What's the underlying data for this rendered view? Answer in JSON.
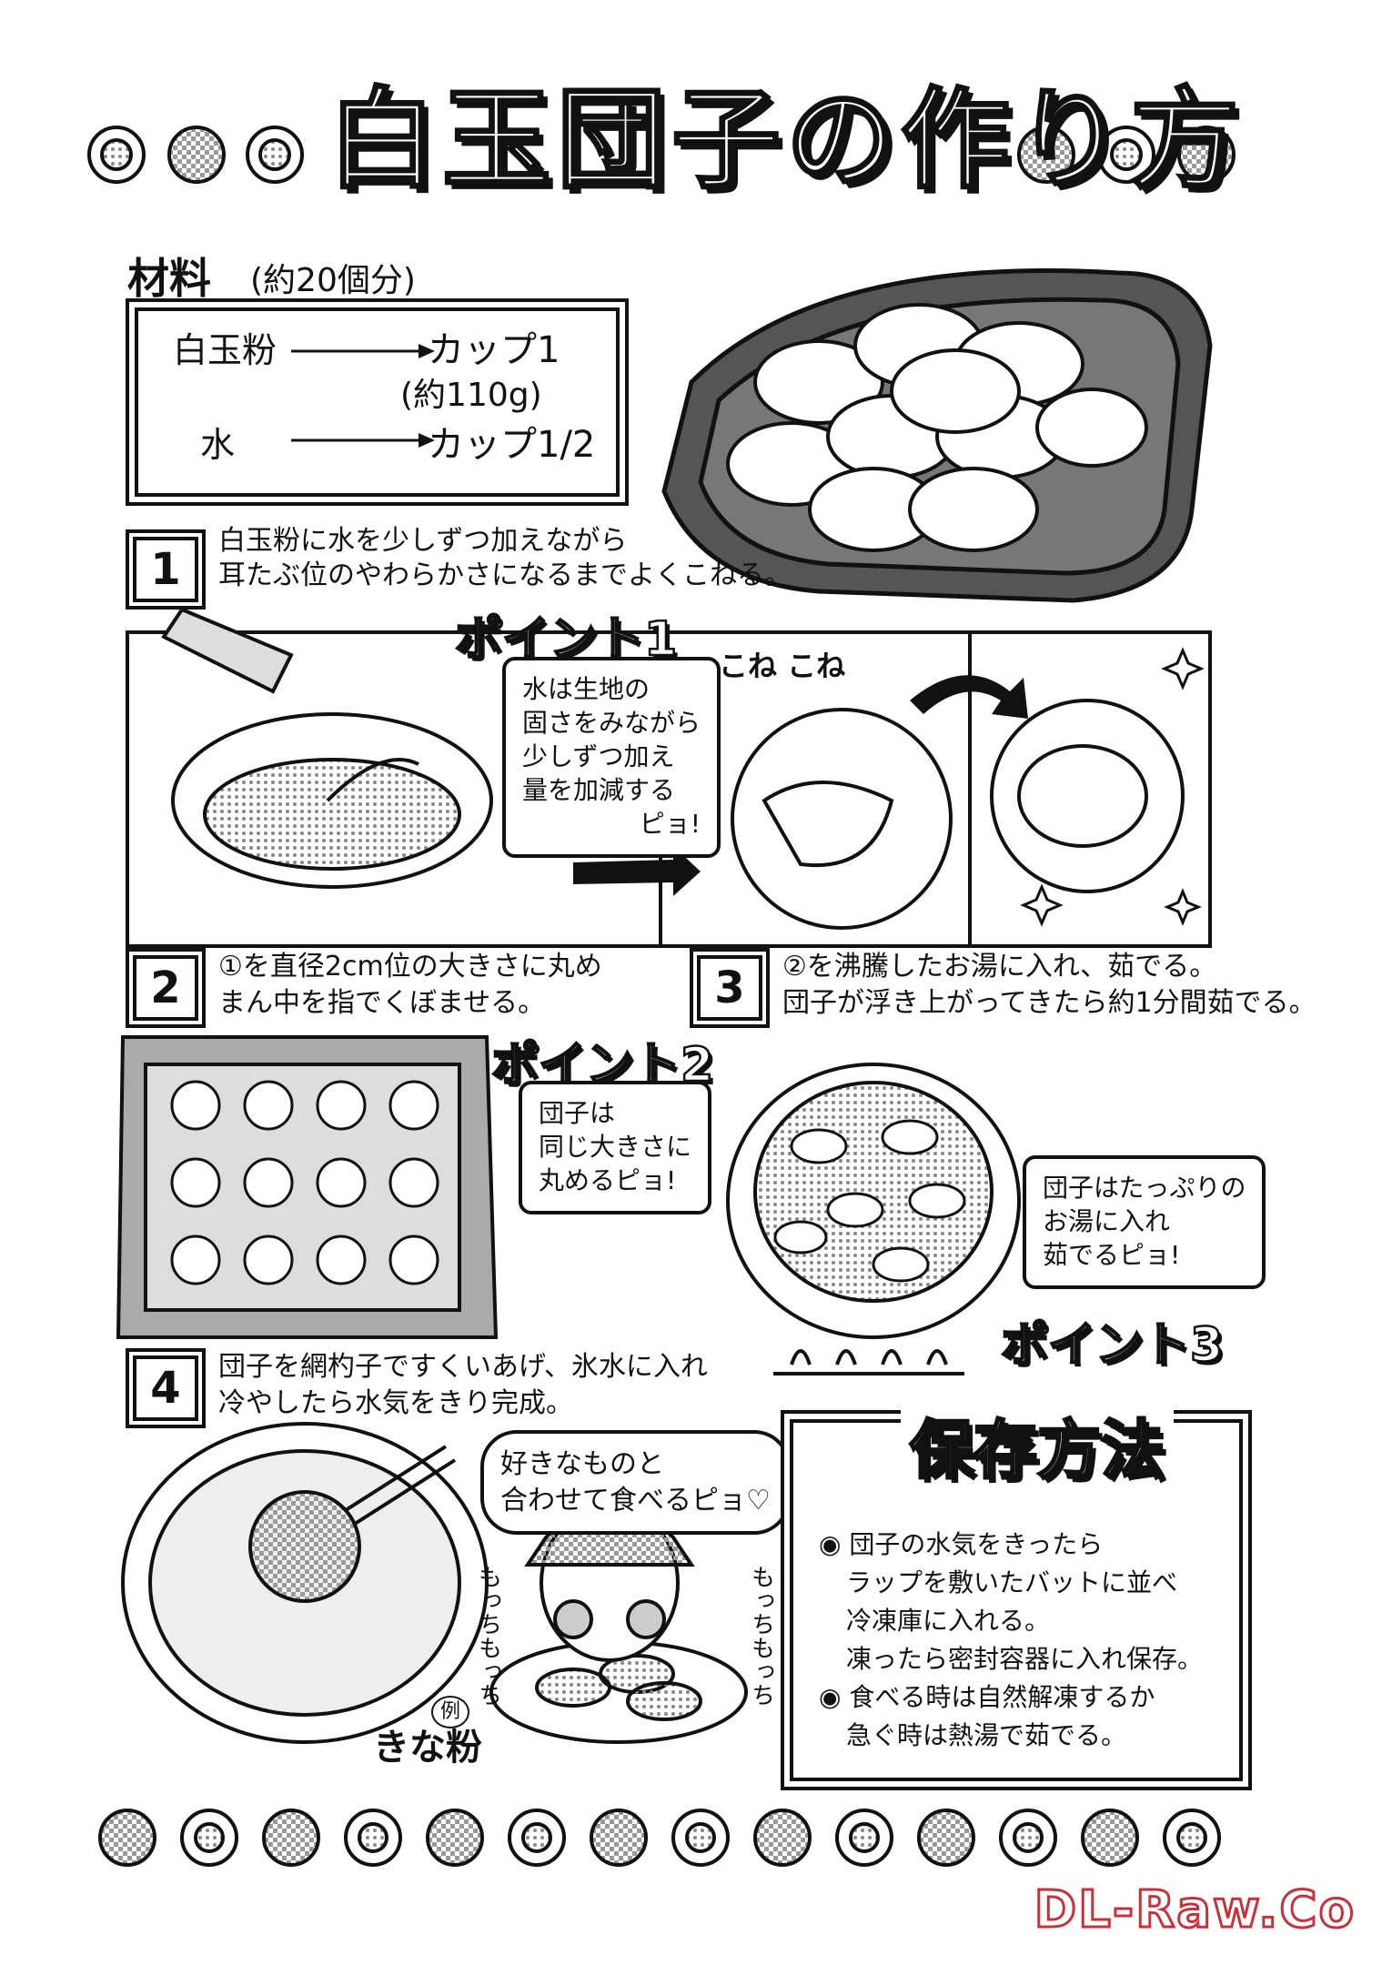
{
  "title": "白玉団子の作り方",
  "materials": {
    "heading": "材料",
    "yield": "(約20個分)",
    "items": [
      {
        "name": "白玉粉",
        "amount": "カップ1",
        "note": "(約110g)"
      },
      {
        "name": "水",
        "amount": "カップ1/2"
      }
    ]
  },
  "steps": [
    {
      "num": "1",
      "lines": [
        "白玉粉に水を少しずつ加えながら",
        "耳たぶ位のやわらかさになるまでよくこねる。"
      ]
    },
    {
      "num": "2",
      "lines": [
        "①を直径2cm位の大きさに丸め",
        "まん中を指でくぼませる。"
      ]
    },
    {
      "num": "3",
      "lines": [
        "②を沸騰したお湯に入れ、茹でる。",
        "団子が浮き上がってきたら約1分間茹でる。"
      ]
    },
    {
      "num": "4",
      "lines": [
        "団子を網杓子ですくいあげ、氷水に入れ",
        "冷やしたら水気をきり完成。"
      ]
    }
  ],
  "points": [
    {
      "label": "ポイント1",
      "lines": [
        "水は生地の",
        "固さをみながら",
        "少しずつ加え",
        "量を加減する",
        "ピョ!"
      ]
    },
    {
      "label": "ポイント2",
      "lines": [
        "団子は",
        "同じ大きさに",
        "丸めるピョ!"
      ]
    },
    {
      "label": "ポイント3",
      "lines": [
        "団子はたっぷりの",
        "お湯に入れ",
        "茹でるピョ!"
      ]
    }
  ],
  "sfx": {
    "kneading": "こね こね",
    "left": "もっちもっち",
    "right": "もっちもっち"
  },
  "serve_bubble": [
    "好きなものと",
    "合わせて食べるピョ♡"
  ],
  "kinako": {
    "tag": "例",
    "label": "きな粉"
  },
  "storage": {
    "heading": "保存方法",
    "lines": [
      "◉ 団子の水気をきったら",
      "ラップを敷いたバットに並べ",
      "冷凍庫に入れる。",
      "凍ったら密封容器に入れ保存。",
      "◉ 食べる時は自然解凍するか",
      "急ぐ時は熱湯で茹でる。"
    ]
  },
  "watermark": "DL-Raw.Co"
}
